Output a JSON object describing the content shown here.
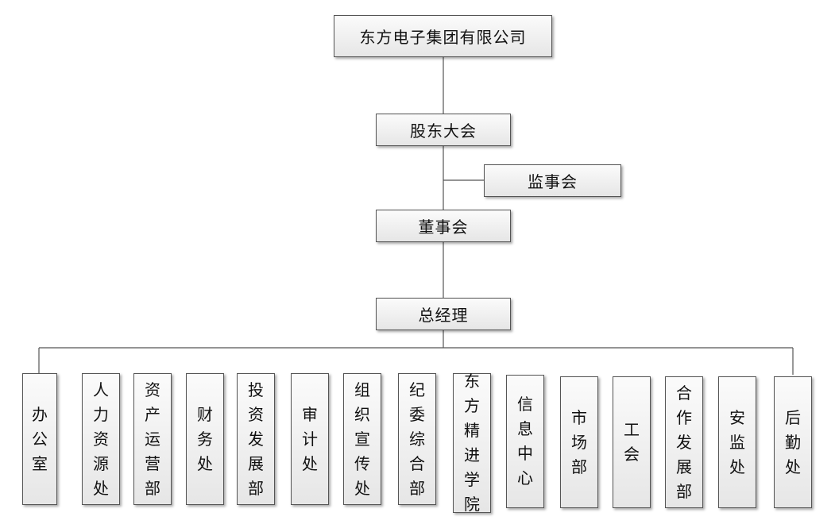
{
  "org": {
    "company": "东方电子集团有限公司",
    "shareholders": "股东大会",
    "supervisors": "监事会",
    "board": "董事会",
    "gm": "总经理",
    "departments": [
      "办公室",
      "人力资源处",
      "资产运营部",
      "财务处",
      "投资发展部",
      "审计处",
      "组织宣传处",
      "纪委综合部",
      "东方精进学院",
      "信息中心",
      "市场部",
      "工会",
      "合作发展部",
      "安监处",
      "后勤处"
    ]
  }
}
